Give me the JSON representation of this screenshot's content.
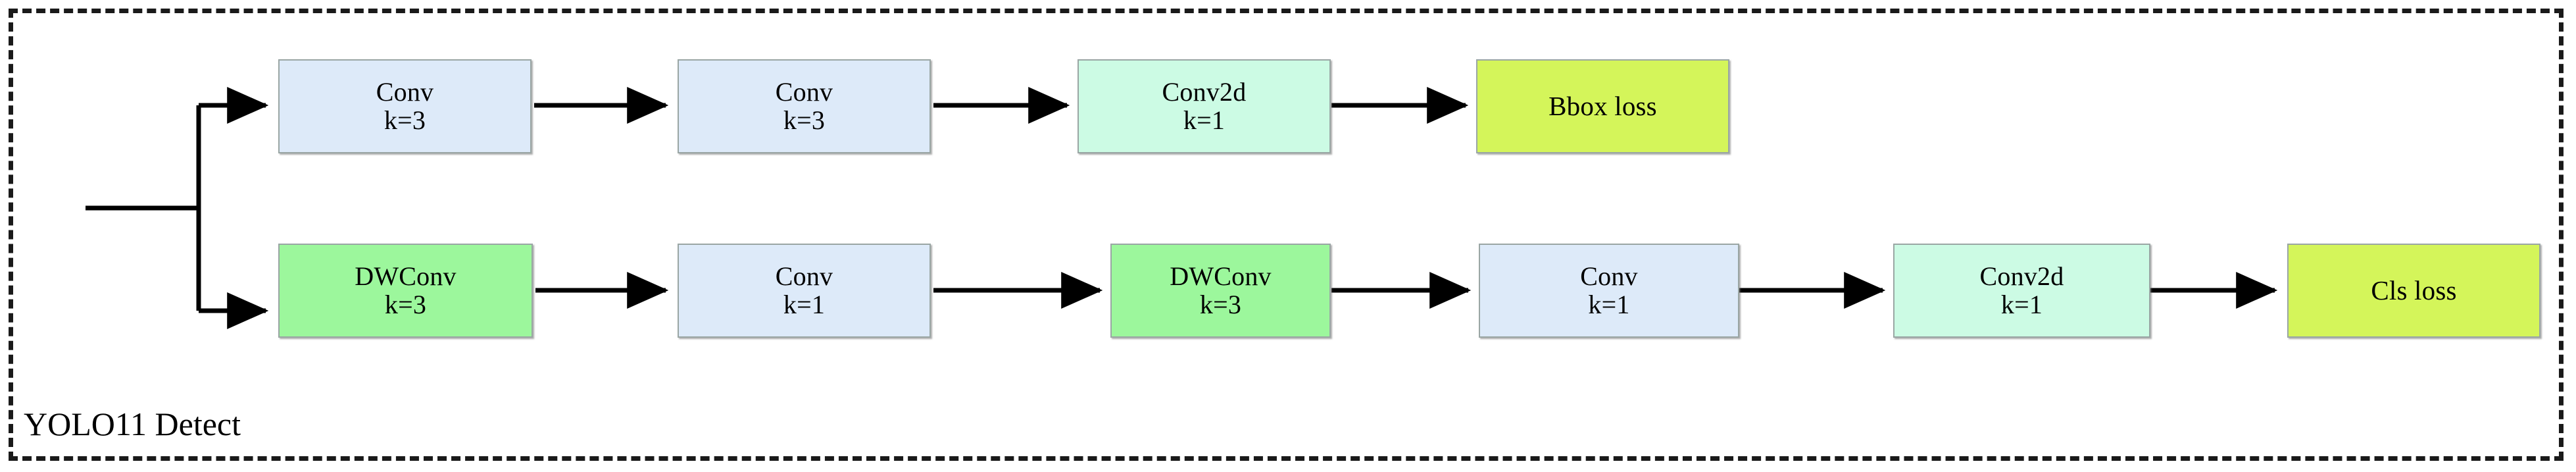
{
  "diagram": {
    "title": "YOLO11 Detect",
    "border_style": "dashed",
    "border_color": "#1a1a1a",
    "palette": {
      "conv_blue": "#ddeaf9",
      "dwconv_green": "#9cf79c",
      "conv2d_mint": "#ccfbe4",
      "loss_lime": "#d4f55a",
      "edge": "#000000"
    },
    "branches": [
      {
        "id": "bbox-branch",
        "nodes": [
          {
            "title": "Conv",
            "sub": "k=3",
            "fill": "conv_blue"
          },
          {
            "title": "Conv",
            "sub": "k=3",
            "fill": "conv_blue"
          },
          {
            "title": "Conv2d",
            "sub": "k=1",
            "fill": "conv2d_mint"
          },
          {
            "title": "Bbox loss",
            "sub": "",
            "fill": "loss_lime"
          }
        ]
      },
      {
        "id": "cls-branch",
        "nodes": [
          {
            "title": "DWConv",
            "sub": "k=3",
            "fill": "dwconv_green"
          },
          {
            "title": "Conv",
            "sub": "k=1",
            "fill": "conv_blue"
          },
          {
            "title": "DWConv",
            "sub": "k=3",
            "fill": "dwconv_green"
          },
          {
            "title": "Conv",
            "sub": "k=1",
            "fill": "conv_blue"
          },
          {
            "title": "Conv2d",
            "sub": "k=1",
            "fill": "conv2d_mint"
          },
          {
            "title": "Cls loss",
            "sub": "",
            "fill": "loss_lime"
          }
        ]
      }
    ]
  }
}
